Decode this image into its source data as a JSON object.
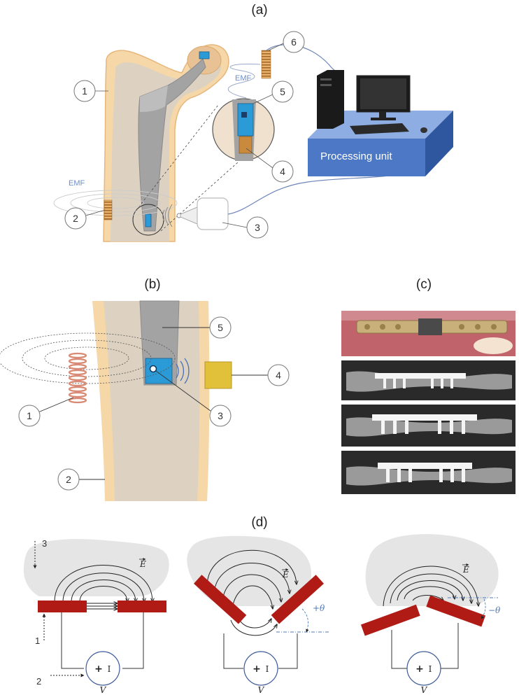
{
  "panels": {
    "a": "(a)",
    "b": "(b)",
    "c": "(c)",
    "d": "(d)"
  },
  "panel_a": {
    "callouts": [
      "1",
      "2",
      "3",
      "4",
      "5",
      "6"
    ],
    "emf_labels": [
      "EMF",
      "EMF"
    ],
    "processing_unit": "Processing unit"
  },
  "panel_b": {
    "callouts": [
      "1",
      "2",
      "3",
      "4",
      "5"
    ]
  },
  "panel_d": {
    "callouts": [
      "1",
      "2",
      "3"
    ],
    "field_label": "E",
    "voltage_label": "V",
    "plus": "+",
    "minus": "I",
    "angle_pos": "+θ",
    "angle_neg": "−θ"
  },
  "colors": {
    "bone_outer": "#f6d7a8",
    "bone_inner": "#ddd2c2",
    "implant": "#a3a3a3",
    "sensor": "#2b9bd8",
    "electrode": "#b01b16",
    "tissue": "#e5e5e5",
    "processing_box": "#4d78c6",
    "coil": "#c98a3e"
  }
}
